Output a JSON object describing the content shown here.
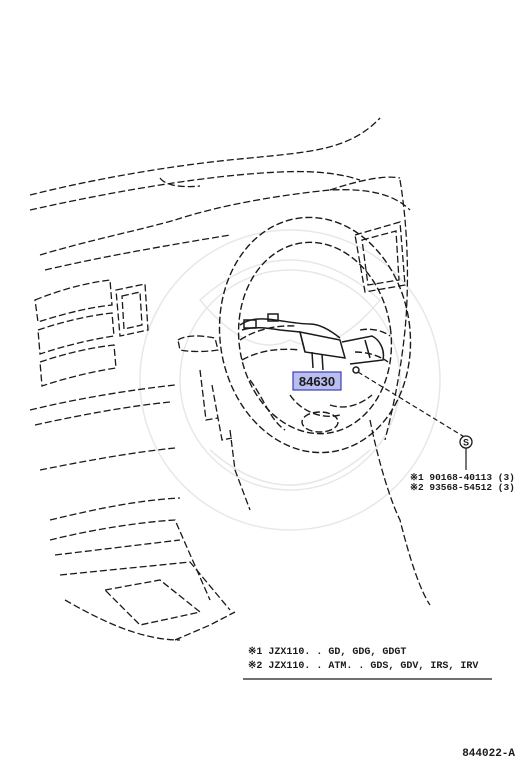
{
  "part_label": "84630",
  "callout_symbol": "S",
  "part_numbers": [
    "※1 90168-40113 (3)",
    "※2 93568-54512 (3)"
  ],
  "notes": [
    "※1 JZX110. . GD, GDG, GDGT",
    "※2 JZX110. . ATM. . GDS, GDV, IRS, IRV"
  ],
  "diagram_code": "844022-A",
  "colors": {
    "line": "#1a1a1a",
    "highlight_fill": "#b9bdf0",
    "highlight_border": "#3a3fb0"
  }
}
